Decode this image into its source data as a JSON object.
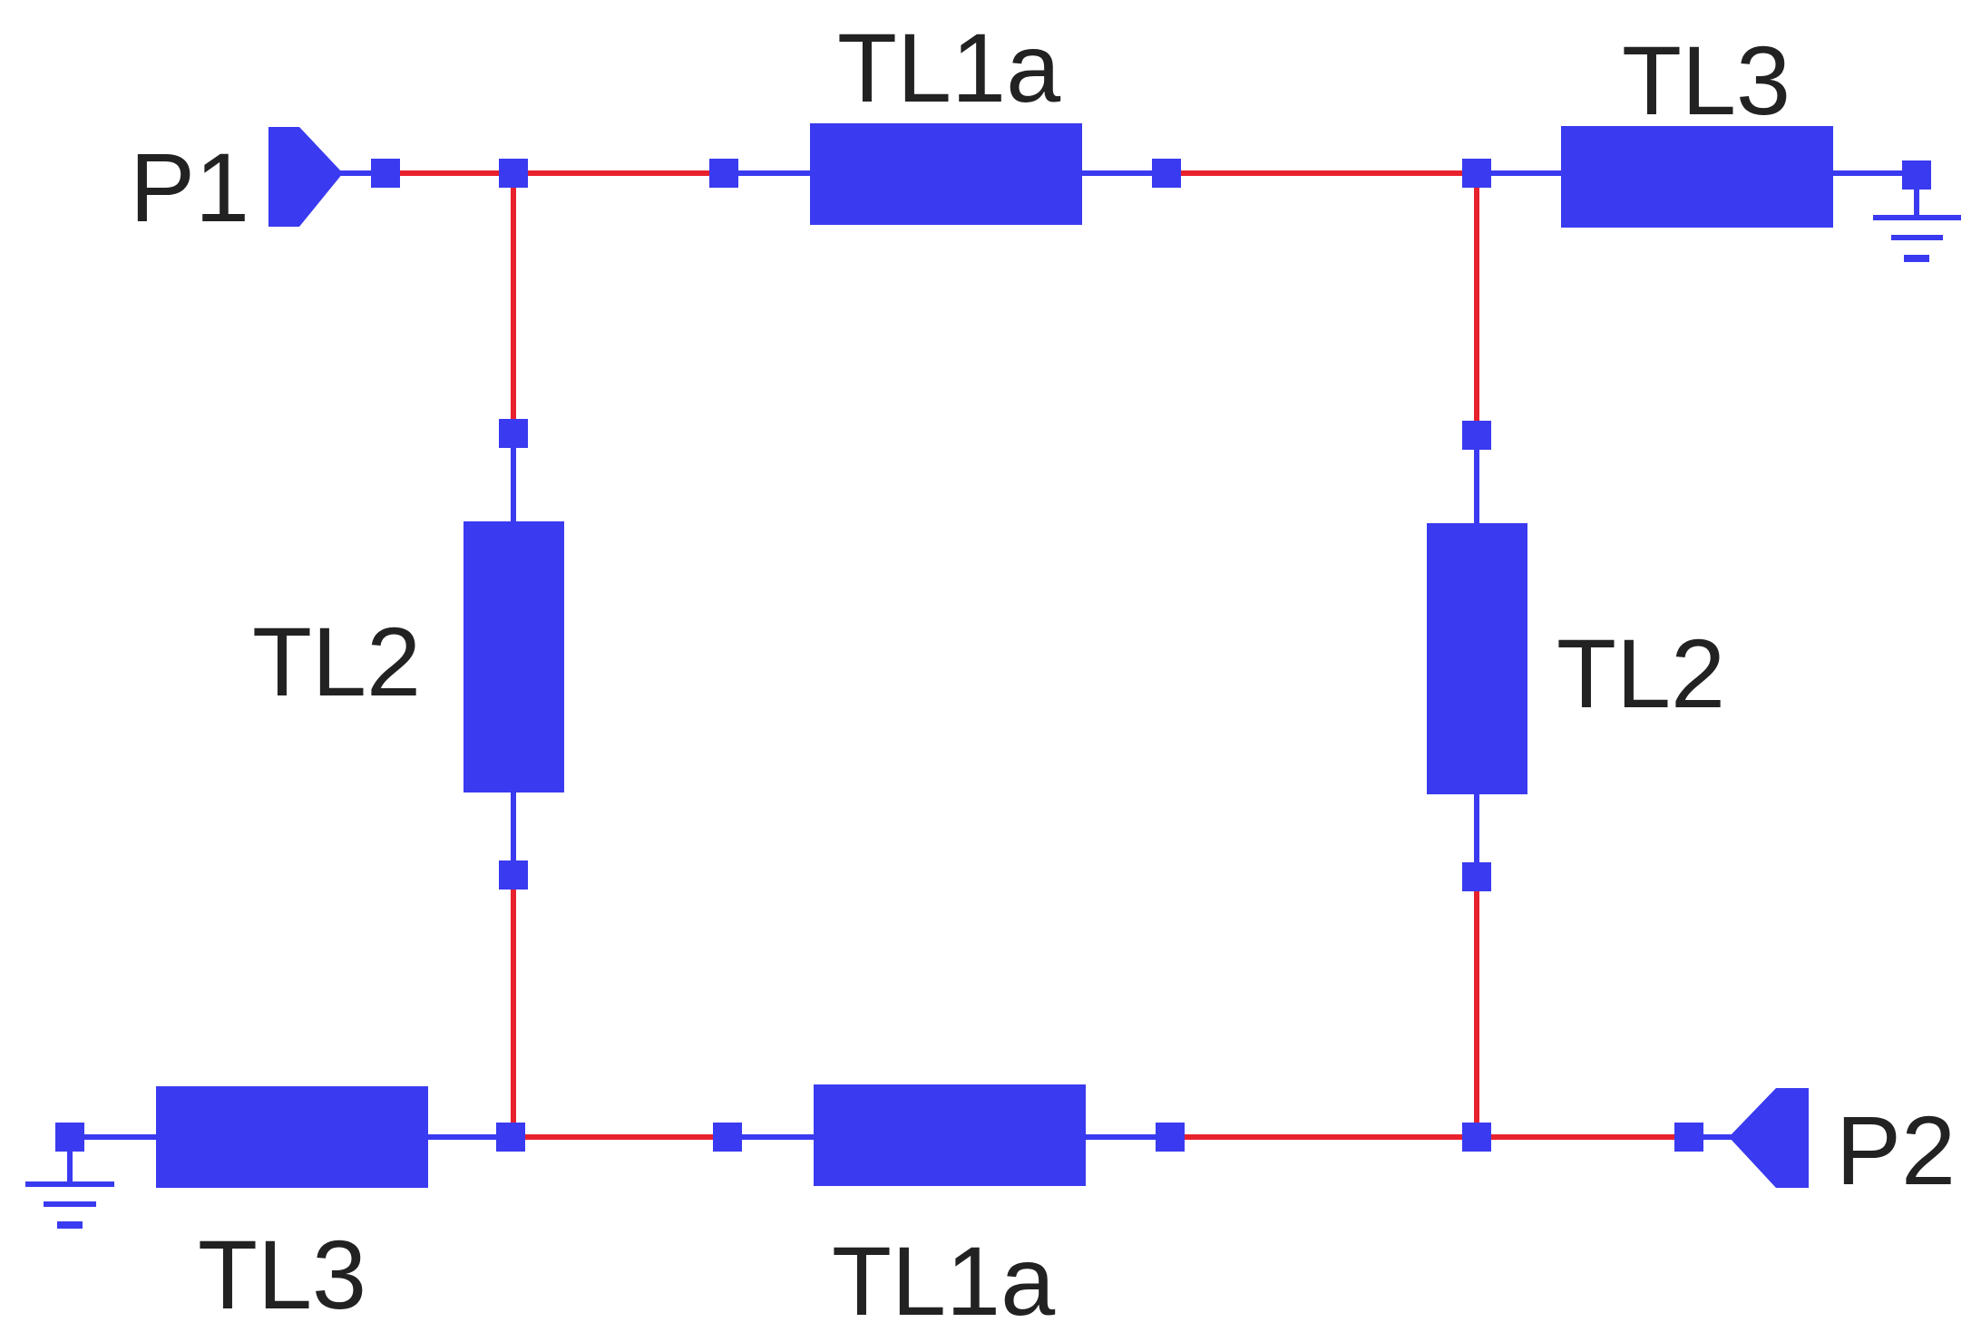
{
  "colors": {
    "component": "#3a3af0",
    "wire": "#e8222d",
    "text": "#222222",
    "background": "#ffffff"
  },
  "ports": {
    "p1": "P1",
    "p2": "P2"
  },
  "components": {
    "tl1a_top": "TL1a",
    "tl1a_bottom": "TL1a",
    "tl2_left": "TL2",
    "tl2_right": "TL2",
    "tl3_top": "TL3",
    "tl3_bottom": "TL3"
  },
  "icons": {
    "ground": "ground-icon",
    "port": "port-icon"
  }
}
